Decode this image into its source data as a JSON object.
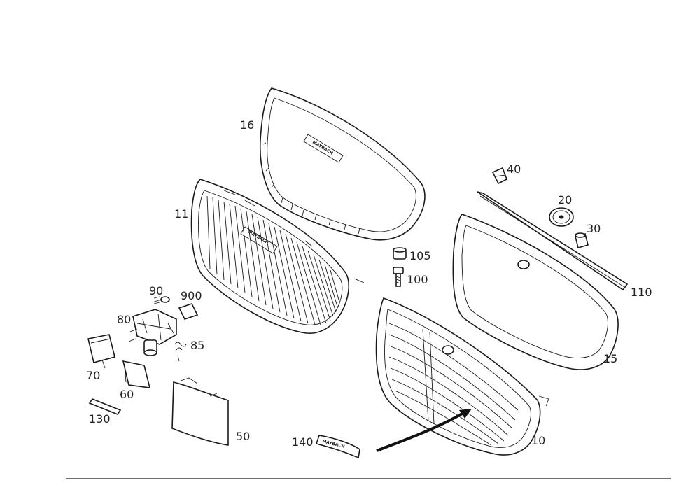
{
  "labels": {
    "p16": "16",
    "p11": "11",
    "p40": "40",
    "p20": "20",
    "p30": "30",
    "p105": "105",
    "p100": "100",
    "p110": "110",
    "p90": "90",
    "p900": "900",
    "p80": "80",
    "p85": "85",
    "p70": "70",
    "p60": "60",
    "p130": "130",
    "p50": "50",
    "p15": "15",
    "p10": "10",
    "p140": "140"
  },
  "emblems": {
    "frame16": "MAYBACH",
    "grille11": "MAYBACH",
    "badge140": "MAYBACH"
  }
}
